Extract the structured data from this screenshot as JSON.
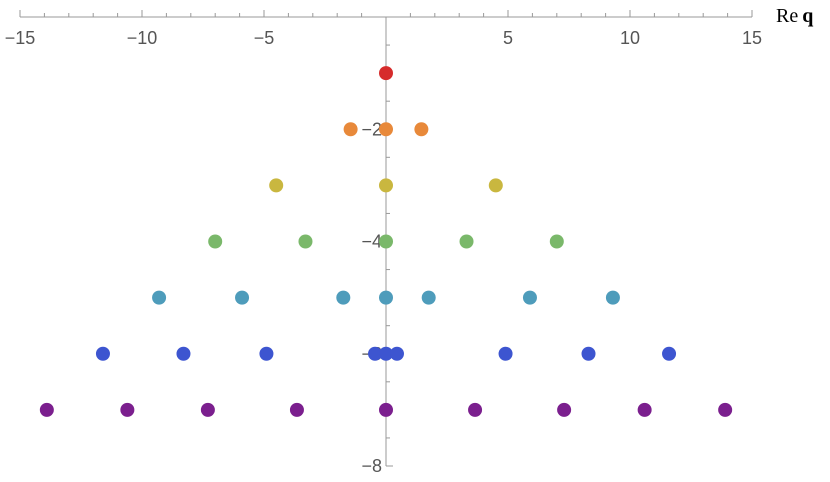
{
  "chart_data": {
    "type": "scatter",
    "title": "",
    "xlabel_prefix": "Re",
    "xlabel_symbol": "q",
    "ylabel": "",
    "xlim": [
      -15,
      15
    ],
    "ylim": [
      -8,
      0
    ],
    "x_ticks_major": [
      {
        "value": -15,
        "label": "−15"
      },
      {
        "value": -10,
        "label": "−10"
      },
      {
        "value": -5,
        "label": "−5"
      },
      {
        "value": 5,
        "label": "5"
      },
      {
        "value": 10,
        "label": "10"
      },
      {
        "value": 15,
        "label": "15"
      }
    ],
    "y_ticks_major": [
      {
        "value": -2,
        "label": "−2"
      },
      {
        "value": -4,
        "label": "−4"
      },
      {
        "value": -6,
        "label": "−6"
      },
      {
        "value": -8,
        "label": "−8"
      }
    ],
    "grid": false,
    "legend": "none",
    "series": [
      {
        "color": "#d62b2b",
        "y": -1,
        "x": [
          0
        ]
      },
      {
        "color": "#e8893a",
        "y": -2,
        "x": [
          -1.45,
          0,
          1.45
        ]
      },
      {
        "color": "#c9b73f",
        "y": -3,
        "x": [
          -4.5,
          0,
          4.5
        ]
      },
      {
        "color": "#7ab86a",
        "y": -4,
        "x": [
          -7.0,
          -3.3,
          0,
          3.3,
          7.0
        ]
      },
      {
        "color": "#4e9cbb",
        "y": -5,
        "x": [
          -9.3,
          -5.9,
          -1.75,
          0,
          1.75,
          5.9,
          9.3
        ]
      },
      {
        "color": "#3d55d0",
        "y": -6,
        "x": [
          -11.6,
          -8.3,
          -4.9,
          -0.45,
          0,
          0.45,
          4.9,
          8.3,
          11.6
        ]
      },
      {
        "color": "#7b1f8e",
        "y": -7,
        "x": [
          -13.9,
          -10.6,
          -7.3,
          -3.65,
          0,
          3.65,
          7.3,
          10.6,
          13.9
        ]
      }
    ]
  }
}
